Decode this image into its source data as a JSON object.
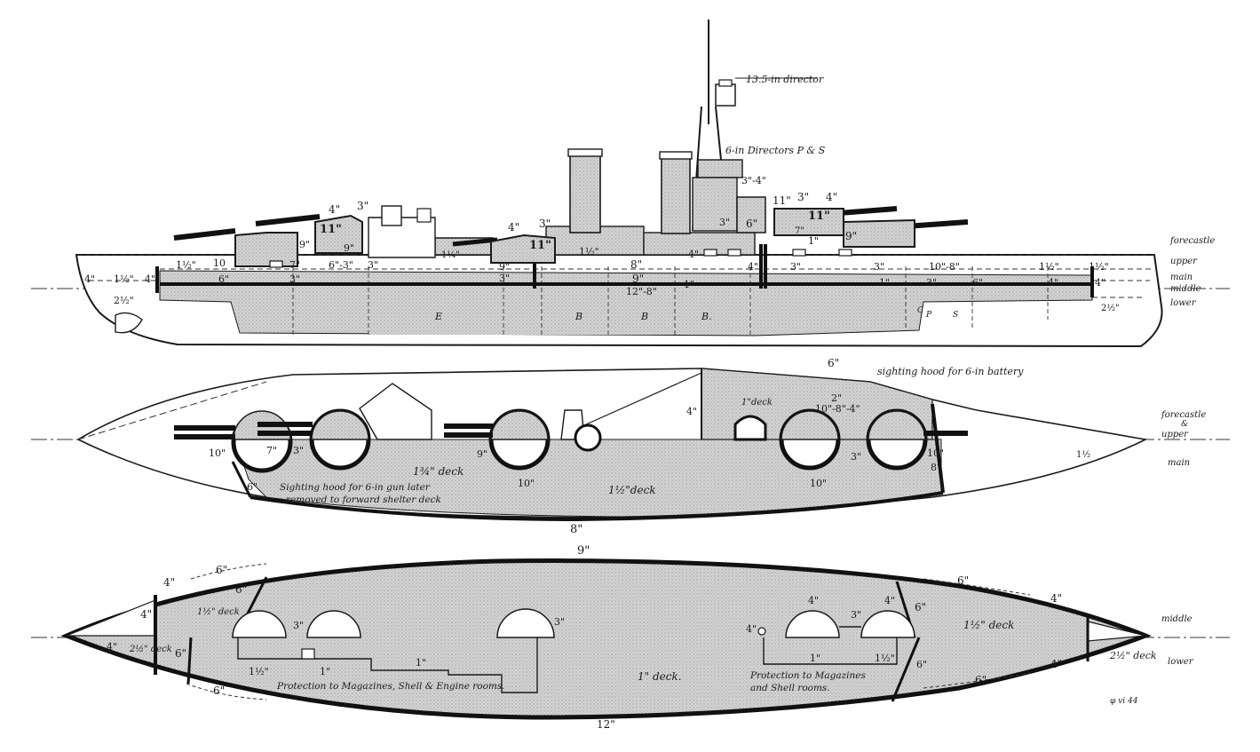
{
  "profile": {
    "director_135": "13.5-in director",
    "directors_6in": "6-in Directors P & S",
    "decks": [
      "forecastle",
      "upper",
      "main",
      "middle",
      "lower"
    ],
    "compartments": [
      "E",
      "B",
      "B",
      "B.",
      "C",
      "P",
      "S"
    ],
    "armor": {
      "a_4_3_fwd": "4\"",
      "a_3_fwd": "3\"",
      "a_11_fwd": "11\"",
      "a_9_fwd": "9\"",
      "a_10_fwd": "10",
      "a_7_fwd": "7\"",
      "a_6_3": "6\"-3\"",
      "a_3_fc": "3\"",
      "a_6_fwd": "6\"",
      "a_3_low": "3\"",
      "a_1_14": "1¼\"",
      "a_4_bow": "4\"",
      "a_1_12_bow": "1½\"",
      "a_4_bow2": "4\"",
      "a_2_12": "2½\"",
      "a_1_12_fc": "1½\"",
      "a_4_mid": "4\"",
      "a_3_mid": "3\"",
      "a_11_mid": "11\"",
      "a_9_mid": "9\"",
      "a_3_mid2": "3\"",
      "a_1_12_mid": "1½\"",
      "a_8_mid": "8\"",
      "a_9_mid2": "9\"",
      "a_12_8": "12\"-8\"",
      "a_1_mid": "1\"",
      "a_4_ct": "4\"",
      "a_3_4": "3\"-4\"",
      "a_3_ct": "3\"",
      "a_6_ct": "6\"",
      "a_4_ct2": "4\"",
      "a_11_aft": "11\"",
      "a_3_aft": "3\"",
      "a_4_aft": "4\"",
      "a_7_aft": "7\"",
      "a_1_aft": "1\"",
      "a_9_aft": "9\"",
      "a_3_aft2": "3\"",
      "a_3_aft3": "3\"",
      "a_10_8": "10\"-8\"",
      "a_1_12_aft": "1½\"",
      "a_1_12_aft2": "1½\"",
      "a_1_aft2": "1\"",
      "a_3_aft4": "3\"",
      "a_6_aft": "6\"",
      "a_4_aft2": "4\"",
      "a_4_stern": "4\"",
      "a_2_12_stern": "2½\""
    }
  },
  "plan1": {
    "hood_aft": "sighting hood for 6-in battery",
    "hood_fwd_l1": "Sighting hood for 6-in gun later",
    "hood_fwd_l2": "removed to forward shelter deck",
    "deck_1_34": "1¾\" deck",
    "deck_1_12": "1½\"deck",
    "deck_1": "1\"deck",
    "label_forecastle": "forecastle",
    "label_and": "&",
    "label_upper": "upper",
    "label_main": "main",
    "armor": {
      "p_6_top": "6\"",
      "p_2": "2\"",
      "p_10_8_4": "10\"-8\"-4\"",
      "p_4": "4\"",
      "p_10_l": "10\"",
      "p_7": "7\"",
      "p_3": "3\"",
      "p_9": "9\"",
      "p_10_m": "10\"",
      "p_10_r": "10\"",
      "p_3_r": "3\"",
      "p_10_rr": "10\"",
      "p_8_r": "8\"",
      "p_6_l": "6\"",
      "p_1_12": "1½",
      "p_8_bot": "8\""
    }
  },
  "plan2": {
    "deck_2_12_fwd": "2½\" deck",
    "deck_1_12_fwd": "1½\" deck",
    "deck_1": "1\" deck.",
    "deck_1_12_aft": "1½\" deck",
    "deck_2_12_aft": "2½\" deck",
    "prot_fwd": "Protection to Magazines, Shell & Engine rooms.",
    "prot_aft_l1": "Protection to Magazines",
    "prot_aft_l2": "and Shell rooms.",
    "label_middle": "middle",
    "label_lower": "lower",
    "armor": {
      "q_9_top": "9\"",
      "q_4_l": "4\"",
      "q_6_tl": "6\"",
      "q_6_l2": "6\"",
      "q_4_l2": "4\"",
      "q_3_a": "3\"",
      "q_3_b": "3\"",
      "q_1_12": "1½\"",
      "q_1_a": "1\"",
      "q_1_b": "1\"",
      "q_4_bow": "4\"",
      "q_6_bow": "6\"",
      "q_6_bl": "6\"",
      "q_4_c": "4\"",
      "q_4_d": "4\"",
      "q_3_c": "3\"",
      "q_4_e": "4\"",
      "q_6_e": "6\"",
      "q_6_tr": "6\"",
      "q_4_r": "4\"",
      "q_1_c": "1\"",
      "q_1_12_b": "1½\"",
      "q_6_f": "6\"",
      "q_6_br": "6\"",
      "q_4_br": "4\"",
      "q_12_bot": "12\""
    }
  },
  "signature": "φ vi 44"
}
